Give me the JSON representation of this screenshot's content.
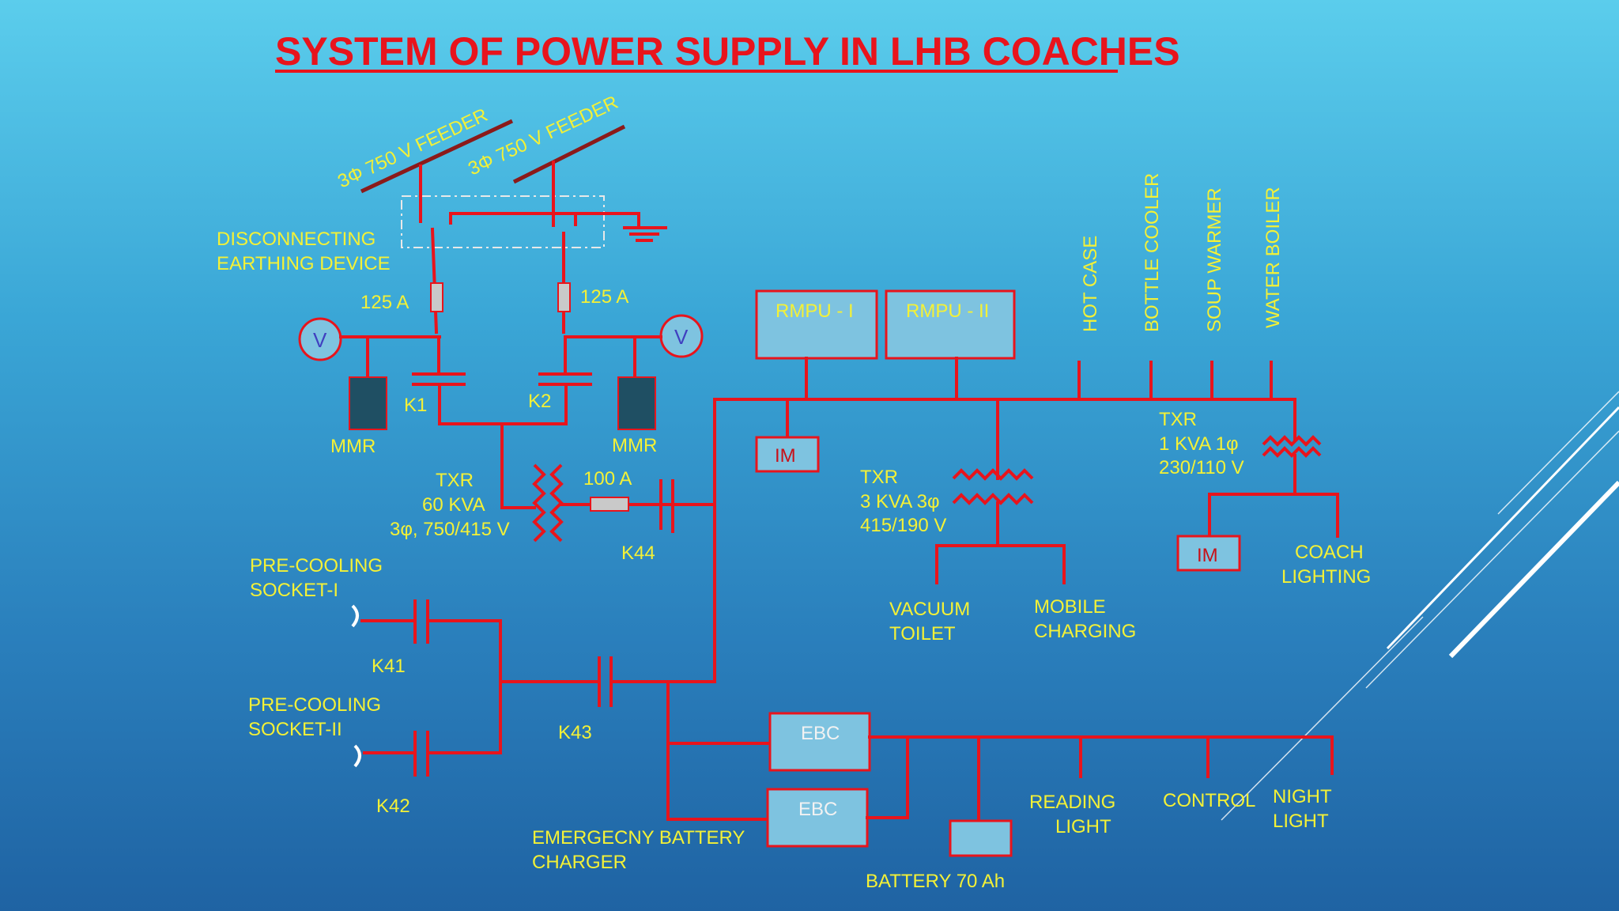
{
  "title": "SYSTEM OF POWER SUPPLY IN LHB COACHES",
  "feeders": {
    "feeder_1": "3Φ 750 V FEEDER",
    "feeder_2": "3Φ 750 V FEEDER"
  },
  "disconnecting": {
    "line1": "DISCONNECTING",
    "line2": "EARTHING DEVICE"
  },
  "fuses": {
    "left": "125 A",
    "right": "125 A",
    "txr_out": "100 A"
  },
  "voltmeter": "V",
  "contactors": {
    "k1": "K1",
    "k2": "K2",
    "k41": "K41",
    "k42": "K42",
    "k43": "K43",
    "k44": "K44"
  },
  "mmr": {
    "left": "MMR",
    "right": "MMR"
  },
  "main_txr": {
    "line1": "TXR",
    "line2": "60 KVA",
    "line3": "3φ, 750/415 V"
  },
  "pre_cooling_1": {
    "line1": "PRE-COOLING",
    "line2": "SOCKET-I"
  },
  "pre_cooling_2": {
    "line1": "PRE-COOLING",
    "line2": "SOCKET-II"
  },
  "rmpu_1": "RMPU - I",
  "rmpu_2": "RMPU - II",
  "im": {
    "left": "IM",
    "right": "IM"
  },
  "txr_3kva": {
    "line1": "TXR",
    "line2": "3 KVA 3φ",
    "line3": "415/190 V"
  },
  "txr_1kva": {
    "line1": "TXR",
    "line2": "1 KVA 1φ",
    "line3": "230/110 V"
  },
  "loads_vertical": [
    "HOT CASE",
    "BOTTLE COOLER",
    "SOUP WARMER",
    "WATER BOILER"
  ],
  "vacuum_toilet": {
    "line1": "VACUUM",
    "line2": "TOILET"
  },
  "mobile_charging": {
    "line1": "MOBILE",
    "line2": "CHARGING"
  },
  "coach_lighting": {
    "line1": "COACH",
    "line2": "LIGHTING"
  },
  "ebc": {
    "top": "EBC",
    "bottom": "EBC"
  },
  "emergency_charger": {
    "line1": "EMERGECNY BATTERY",
    "line2": "CHARGER"
  },
  "battery": "BATTERY 70 Ah",
  "reading_light": {
    "line1": "READING",
    "line2": "LIGHT"
  },
  "control": "CONTROL",
  "night_light": {
    "line1": "NIGHT",
    "line2": "LIGHT"
  }
}
